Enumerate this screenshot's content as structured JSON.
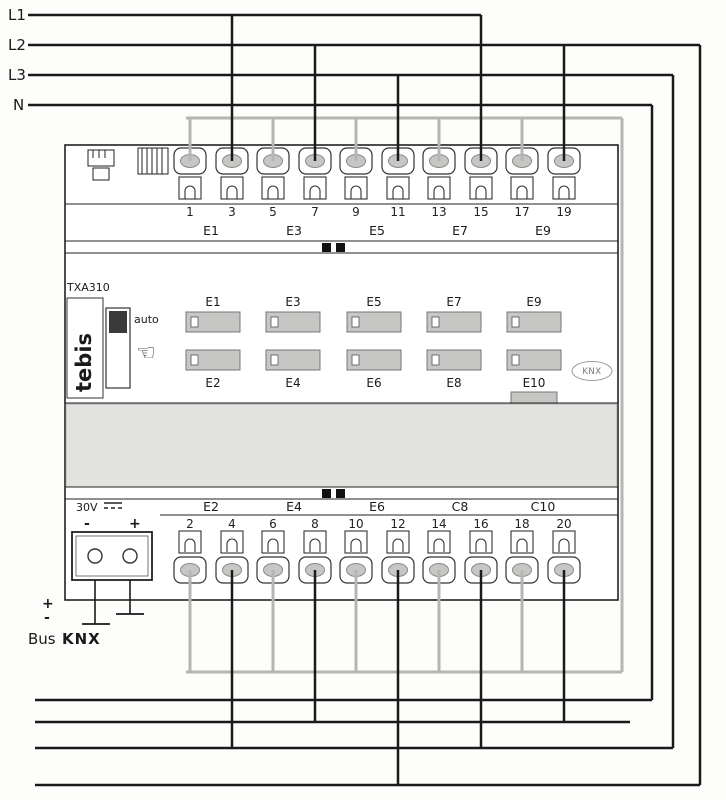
{
  "supply": {
    "lines": [
      "L1",
      "L2",
      "L3",
      "N"
    ]
  },
  "top_terminals": {
    "numbers": [
      "1",
      "3",
      "5",
      "7",
      "9",
      "11",
      "13",
      "15",
      "17",
      "19"
    ],
    "groups": [
      "E1",
      "E3",
      "E5",
      "E7",
      "E9"
    ]
  },
  "bottom_terminals": {
    "numbers": [
      "2",
      "4",
      "6",
      "8",
      "10",
      "12",
      "14",
      "16",
      "18",
      "20"
    ],
    "groups": [
      "E2",
      "E4",
      "E6",
      "C8",
      "C10"
    ]
  },
  "device": {
    "model": "TXA310",
    "brand": "tebis",
    "auto_label": "auto",
    "hand_icon": "☜",
    "buttons_row1": [
      "E1",
      "E3",
      "E5",
      "E7",
      "E9"
    ],
    "buttons_row2": [
      "E2",
      "E4",
      "E6",
      "E8",
      "E10"
    ],
    "knx_logo": "KNX",
    "voltage": "30V",
    "minus": "-",
    "plus": "+"
  },
  "bus": {
    "plus": "+",
    "minus": "-",
    "label": "Bus",
    "brand": "KNX"
  },
  "colors": {
    "phase_wire": "#1a1a1a",
    "neutral_wire": "#b5b5b3",
    "button_gray": "#c6c6c4",
    "band_gray": "#e2e2e0"
  }
}
